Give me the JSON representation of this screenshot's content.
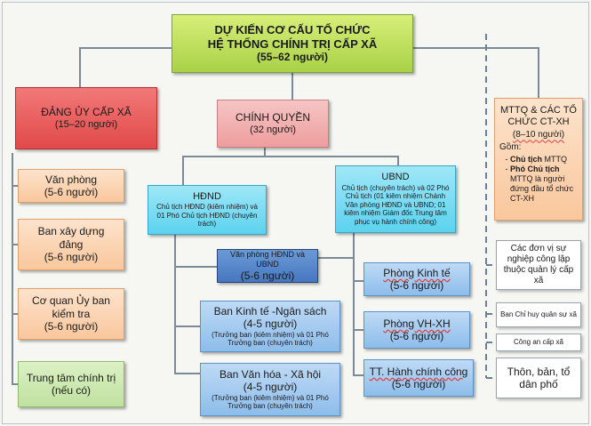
{
  "root": {
    "line1": "DỰ KIẾN CƠ CẤU TỔ CHỨC",
    "line2": "HỆ THỐNG CHÍNH TRỊ CẤP XÃ",
    "count": "(55–62 người)"
  },
  "dang_uy": {
    "title": "ĐẢNG ỦY CẤP XÃ",
    "count": "(15–20 người)"
  },
  "chinh_quyen": {
    "title": "CHÍNH QUYỀN",
    "count": "(32 người)"
  },
  "mttq": {
    "title": "MTTQ & CÁC TỔ CHỨC CT-XH",
    "count": "(8–10 người)",
    "includes": "Gồm:",
    "items": [
      {
        "bold": "Chủ tịch",
        "rest": "MTTQ"
      },
      {
        "bold": "Phó Chủ tịch",
        "rest": "MTTQ là người đứng đầu tổ chức CT-XH"
      }
    ]
  },
  "hdnd": {
    "title": "HĐND",
    "desc": "Chủ tịch HĐND (kiêm nhiệm) và 01 Phó Chủ tịch HĐND (chuyên trách)"
  },
  "ubnd": {
    "title": "UBND",
    "desc": "Chủ tịch (chuyên trách) và 02 Phó Chủ tịch (01 kiêm nhiệm Chánh Văn phòng HĐND và UBND; 01 kiêm nhiệm Giám đốc Trung tâm phục vụ hành chính công)"
  },
  "party_units": [
    {
      "name": "Văn phòng",
      "count": "(5-6 người)"
    },
    {
      "name": "Ban xây dựng đảng",
      "count": "(5-6 người)"
    },
    {
      "name": "Cơ quan Ủy ban kiểm tra",
      "count": "(5-6 người)"
    },
    {
      "name": "Trung tâm chính trị (nếu có)",
      "count": ""
    }
  ],
  "vp_hdnd_ubnd": {
    "name": "Văn phòng HĐND và UBND",
    "count": "(5-6 người)"
  },
  "ban_ktns": {
    "name": "Ban Kinh tế -Ngân sách",
    "count": "(4-5 người)",
    "desc": "(Trưởng ban (kiêm nhiệm) và 01 Phó Trưởng ban (chuyên trách)"
  },
  "ban_vhxh": {
    "name": "Ban Văn hóa - Xã hội",
    "count": "(4-5 người)",
    "desc": "(Trưởng ban (kiêm nhiệm) và 01 Phó Trưởng ban (chuyên trách)"
  },
  "ubnd_units": [
    {
      "name": "Phòng Kinh tế",
      "count": "(5-6 người)"
    },
    {
      "name": "Phòng VH-XH",
      "count": "(5-6 người)"
    },
    {
      "name": "TT. Hành chính công",
      "count": "(5-6 người)"
    }
  ],
  "right_units": [
    "Các đơn vị sự nghiệp công lập thuộc quản lý cấp xã",
    "Ban Chỉ huy quân sự xã",
    "Công an cấp xã",
    "Thôn, bản, tổ dân phố"
  ]
}
